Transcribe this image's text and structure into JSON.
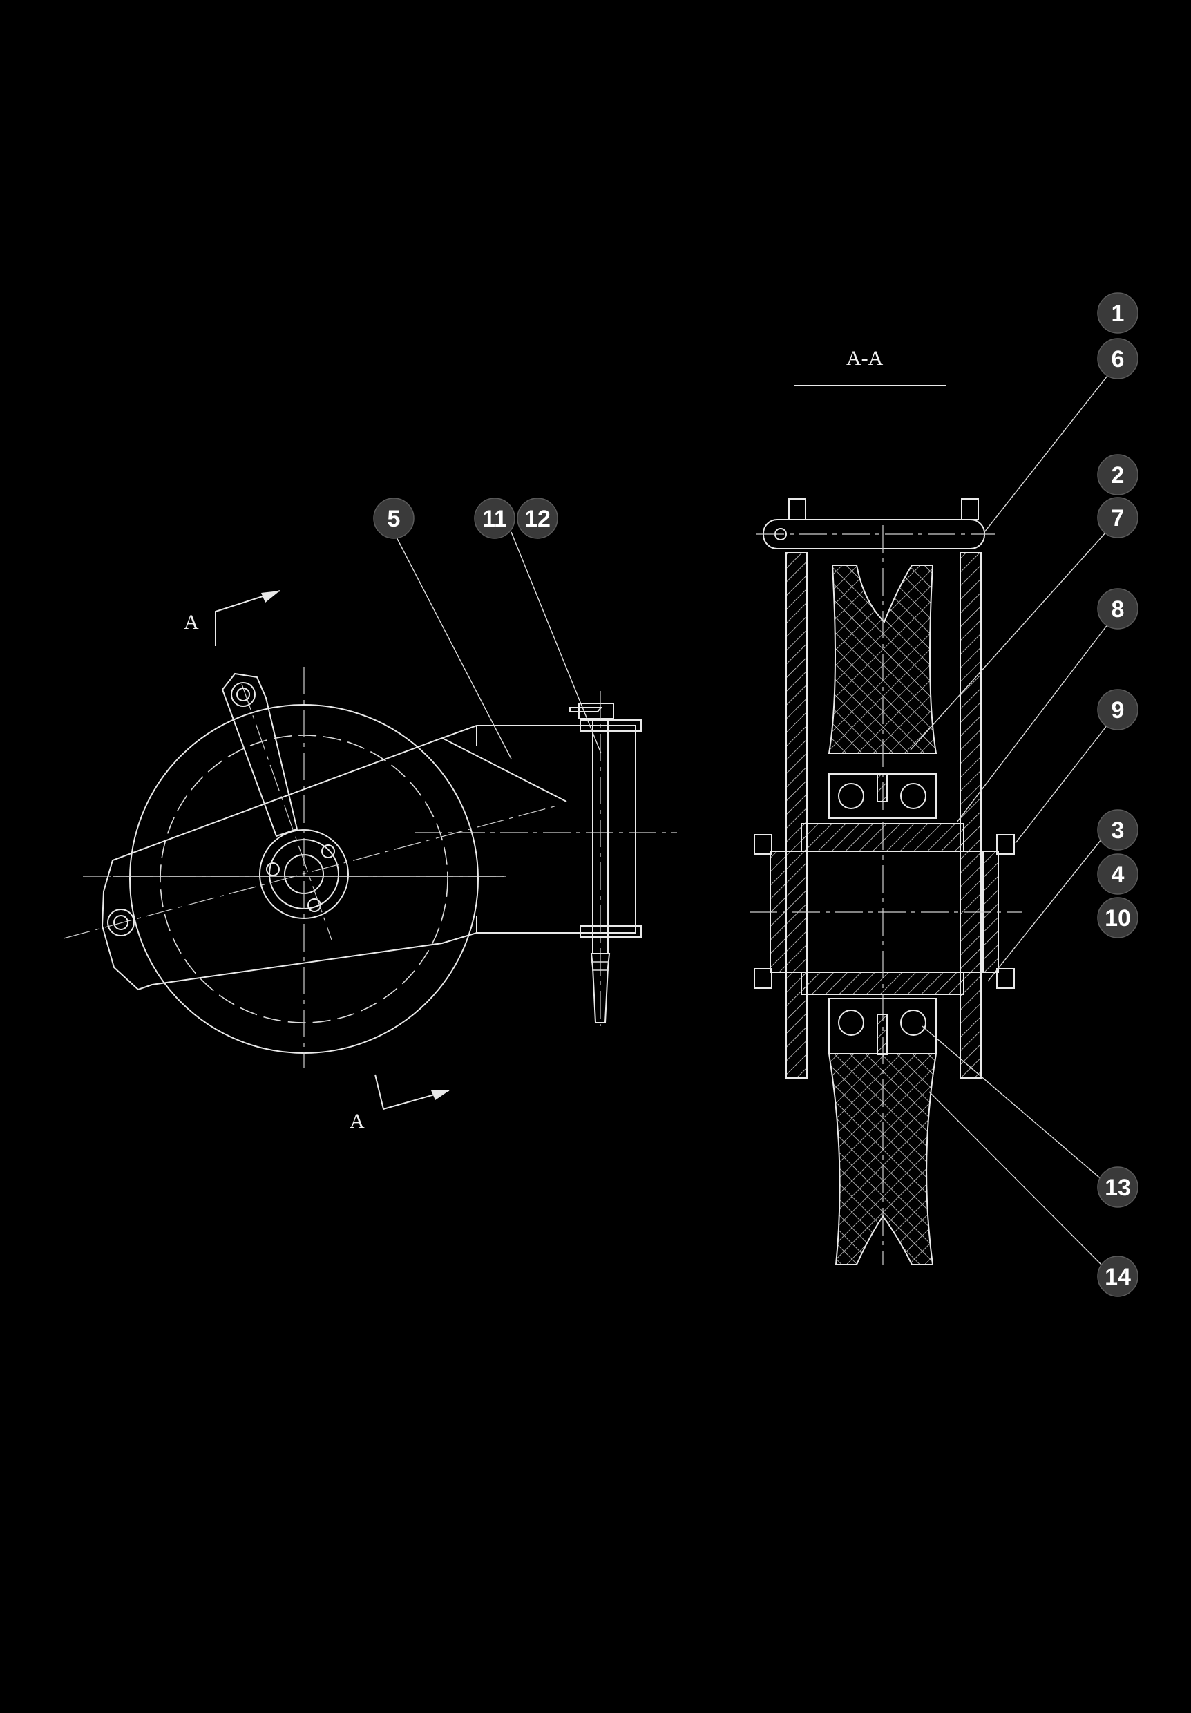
{
  "section_title": "A-A",
  "section_markers": [
    "A",
    "A"
  ],
  "balloons": [
    {
      "label": "1"
    },
    {
      "label": "6"
    },
    {
      "label": "2"
    },
    {
      "label": "7"
    },
    {
      "label": "8"
    },
    {
      "label": "9"
    },
    {
      "label": "3"
    },
    {
      "label": "4"
    },
    {
      "label": "10"
    },
    {
      "label": "13"
    },
    {
      "label": "14"
    },
    {
      "label": "5"
    },
    {
      "label": "11"
    },
    {
      "label": "12"
    }
  ],
  "colors": {
    "background": "#000000",
    "lines": "#e9e9e9",
    "balloon": "#3a3a3a",
    "balloon_text": "#ffffff"
  }
}
